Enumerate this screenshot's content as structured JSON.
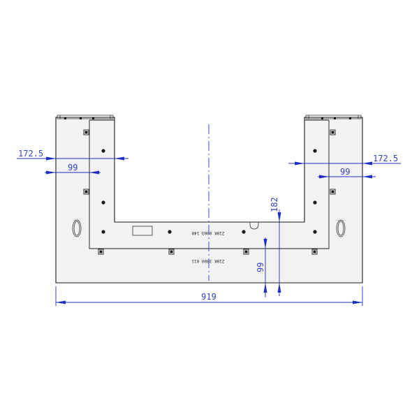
{
  "drawing": {
    "part_labels": {
      "upper": "Z10K 0003 140",
      "lower": "Z10K 3800 011"
    },
    "dimensions": {
      "left_outer_width": "172.5",
      "left_inner_width": "99",
      "right_outer_width": "172.5",
      "right_inner_width": "99",
      "notch_height": "182",
      "bottom_height": "99",
      "overall_width": "919"
    },
    "colors": {
      "dimension": "#1f2fbf",
      "outline": "#1a1a1a"
    }
  }
}
